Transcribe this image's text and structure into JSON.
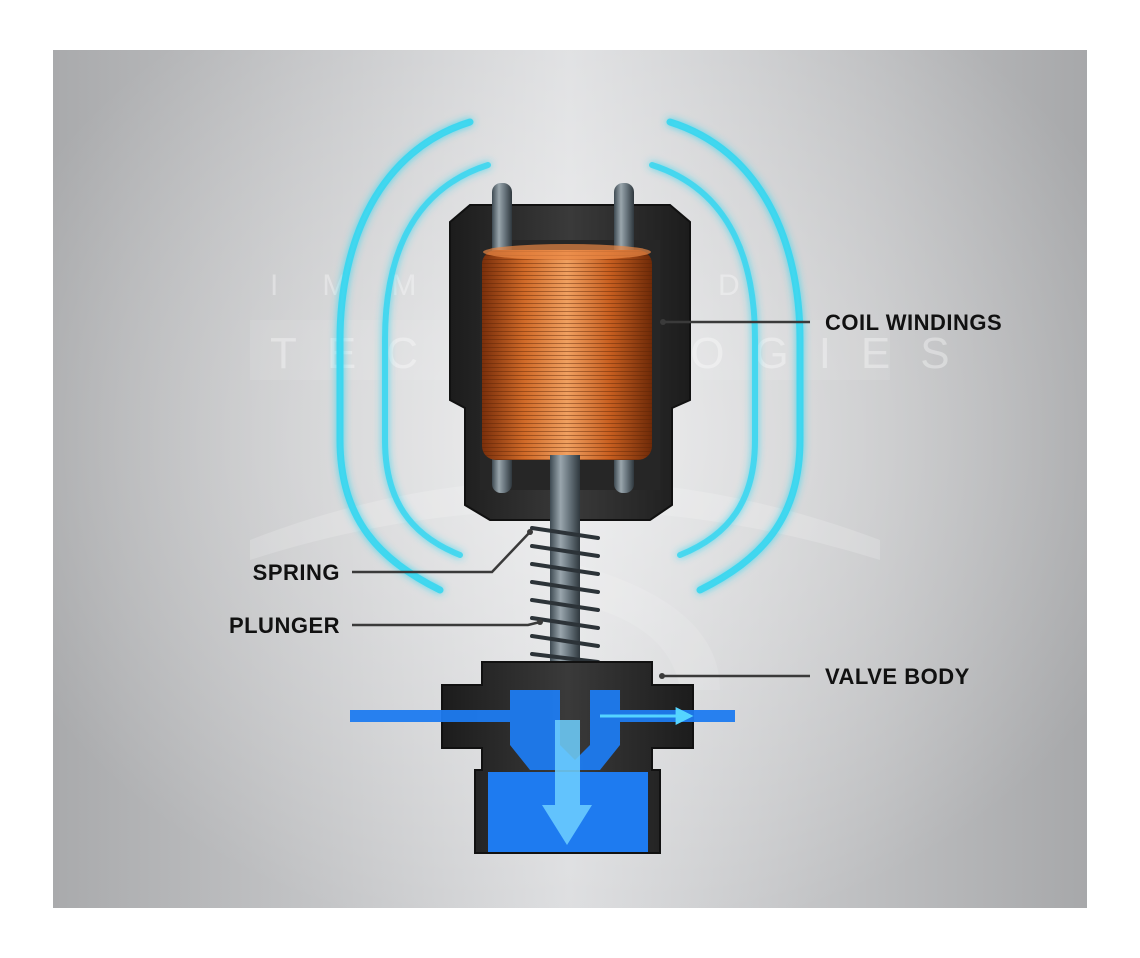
{
  "labels": {
    "coil_windings": "COIL WINDINGS",
    "spring": "SPRING",
    "plunger": "PLUNGER",
    "valve_body": "VALVE BODY"
  },
  "watermark": {
    "line1": "IMMERSED",
    "line2": "TECHNOLOGIES"
  },
  "colors": {
    "copper": "#c8601f",
    "field_glow": "#37d6f0",
    "fluid_blue": "#1e7bf0",
    "housing": "#2b2b2b",
    "steel": "#7c8a93"
  }
}
